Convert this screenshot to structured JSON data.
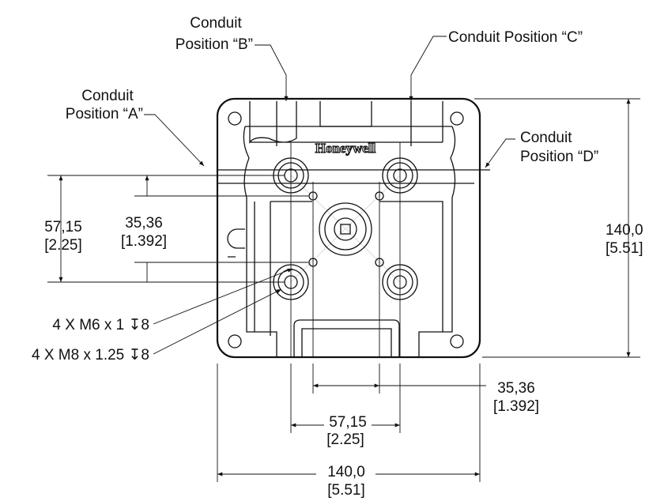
{
  "labels": {
    "conduit_b": [
      "Conduit",
      "Position “B”"
    ],
    "conduit_c": "Conduit Position “C”",
    "conduit_a": [
      "Conduit",
      "Position “A”"
    ],
    "conduit_d": [
      "Conduit",
      "Position “D”"
    ],
    "brand": "Honeywell",
    "thread_m6": "4 X M6 x 1 ↧8",
    "thread_m8": "4 X M8 x 1.25 ↧8"
  },
  "dimensions": {
    "left_outer": [
      "57,15",
      "[2.25]"
    ],
    "left_inner": [
      "35,36",
      "[1.392]"
    ],
    "right_height": [
      "140,0",
      "[5.51]"
    ],
    "bottom_inner": [
      "35,36",
      "[1.392]"
    ],
    "bottom_mid": [
      "57,15",
      "[2.25]"
    ],
    "bottom_width": [
      "140,0",
      "[5.51]"
    ]
  }
}
